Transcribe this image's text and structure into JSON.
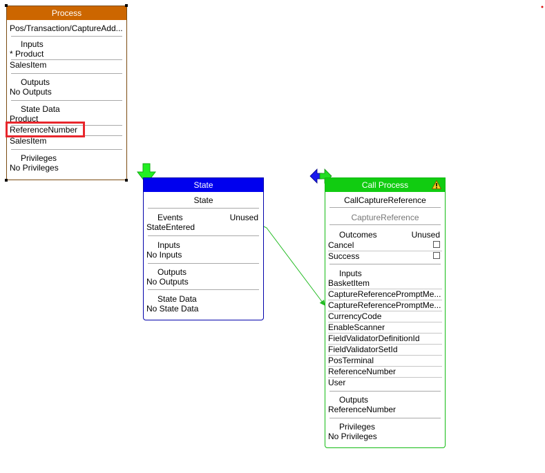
{
  "process_node": {
    "title": "Process",
    "name": "Pos/Transaction/CaptureAdd...",
    "inputs_label": "Inputs",
    "inputs": [
      "* Product",
      "SalesItem"
    ],
    "outputs_label": "Outputs",
    "outputs_value": "No Outputs",
    "state_data_label": "State Data",
    "state_data": [
      "Product",
      "ReferenceNumber",
      "SalesItem"
    ],
    "privileges_label": "Privileges",
    "privileges_value": "No Privileges",
    "colors": {
      "header": "#cc6600",
      "border": "#7a4a10"
    }
  },
  "state_node": {
    "title": "State",
    "name": "State",
    "events_label": "Events",
    "events_status": "Unused",
    "events_value": "StateEntered",
    "inputs_label": "Inputs",
    "inputs_value": "No Inputs",
    "outputs_label": "Outputs",
    "outputs_value": "No Outputs",
    "state_data_label": "State Data",
    "state_data_value": "No State Data",
    "colors": {
      "header": "#0000ee",
      "border": "#0000aa"
    }
  },
  "call_process_node": {
    "title": "Call Process",
    "name": "CallCaptureReference",
    "subtitle": "CaptureReference",
    "outcomes_label": "Outcomes",
    "outcomes_status": "Unused",
    "outcomes": [
      "Cancel",
      "Success"
    ],
    "inputs_label": "Inputs",
    "inputs": [
      "BasketItem",
      "CaptureReferencePromptMe...",
      "CaptureReferencePromptMe...",
      "CurrencyCode",
      "EnableScanner",
      "FieldValidatorDefinitionId",
      "FieldValidatorSetId",
      "PosTerminal",
      "ReferenceNumber",
      "User"
    ],
    "outputs_label": "Outputs",
    "outputs_value": "ReferenceNumber",
    "privileges_label": "Privileges",
    "privileges_value": "No Privileges",
    "warning_icon": "warning-icon",
    "colors": {
      "header": "#11cc11",
      "border": "#11bb11"
    }
  },
  "icons": {
    "start_marker": "down-arrow-icon",
    "call_marker": "bidirectional-arrow-icon"
  },
  "colors": {
    "highlight": "#e8262c",
    "connector": "#22bb22"
  }
}
